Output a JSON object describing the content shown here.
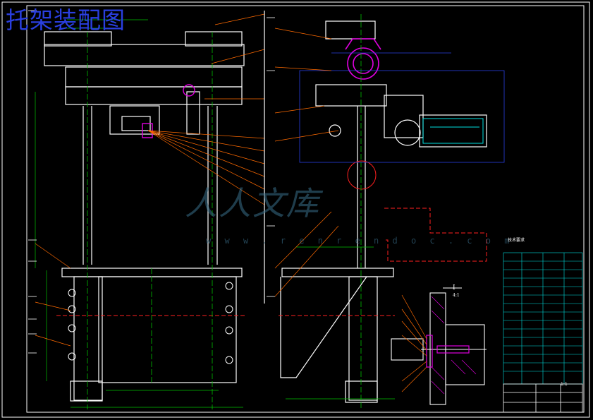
{
  "drawing": {
    "title": "托架装配图",
    "watermark": "人人文库",
    "watermark_url": "w w w . r e n r e n d o c . c o m",
    "section_label": "I",
    "section_label_sub": "4:1",
    "table_header": "技术要求",
    "scale": "1:1"
  },
  "colors": {
    "background": "#000000",
    "line_white": "#ffffff",
    "line_yellow": "#e0e000",
    "line_cyan": "#00e0e0",
    "line_green": "#00c000",
    "line_red": "#ff2020",
    "line_magenta": "#e000e0",
    "line_orange": "#ff6a00",
    "line_blue": "#2a3fe0",
    "title_blue": "#2a3fe0"
  }
}
